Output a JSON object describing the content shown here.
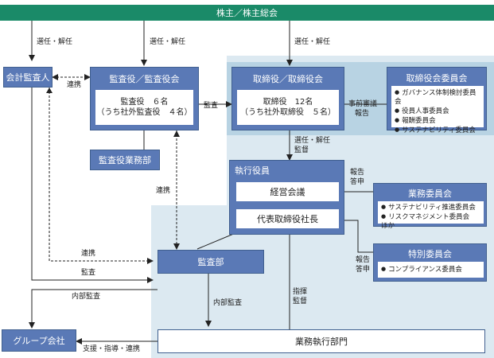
{
  "top": {
    "shareholders": "株主／株主総会"
  },
  "labels": {
    "elect_dismiss_1": "選任・解任",
    "elect_dismiss_2": "選任・解任",
    "elect_dismiss_3": "選任・解任",
    "elect_supervise": "選任・解任",
    "elect_supervise_2": "監督",
    "cooperation_1": "連携",
    "cooperation_2": "連携",
    "cooperation_3": "連携",
    "audit_1": "監査",
    "audit_2": "監査",
    "internal_audit_1": "内部監査",
    "internal_audit_2": "内部監査",
    "prior_review_1": "事前審議",
    "prior_review_2": "報告",
    "report_1a": "報告",
    "report_1b": "答申",
    "report_2a": "報告",
    "report_2b": "答申",
    "direct_1": "指揮",
    "direct_2": "監督",
    "support": "支援・指導・連携"
  },
  "boxes": {
    "accounting_auditor": "会計監査人",
    "audit_board_title": "監査役／監査役会",
    "audit_board_line1": "監査役　６名",
    "audit_board_line2": "（うち社外監査役　４名）",
    "audit_staff": "監査役業務部",
    "board_title": "取締役／取締役会",
    "board_line1": "取締役　12名",
    "board_line2": "（うち社外取締役　５名）",
    "board_committees_title": "取締役会委員会",
    "board_committees": [
      "ガバナンス体制検討委員会",
      "役員人事委員会",
      "報酬委員会",
      "サステナビリティ委員会"
    ],
    "executive_officers": "執行役員",
    "management_meeting": "経営会議",
    "president": "代表取締役社長",
    "business_committee_title": "業務委員会",
    "business_committee_items": [
      "サステナビリティ推進委員会",
      "リスクマネジメント委員会　ほか"
    ],
    "special_committee_title": "特別委員会",
    "special_committee_items": [
      "コンプライアンス委員会"
    ],
    "audit_dept": "監査部",
    "group_companies": "グループ会社",
    "business_divisions": "業務執行部門"
  },
  "colors": {
    "green": "#1a8a68",
    "blue": "#5a79b6",
    "light_bg": "#dce9f1",
    "mid_bg": "#b8d3e3"
  }
}
